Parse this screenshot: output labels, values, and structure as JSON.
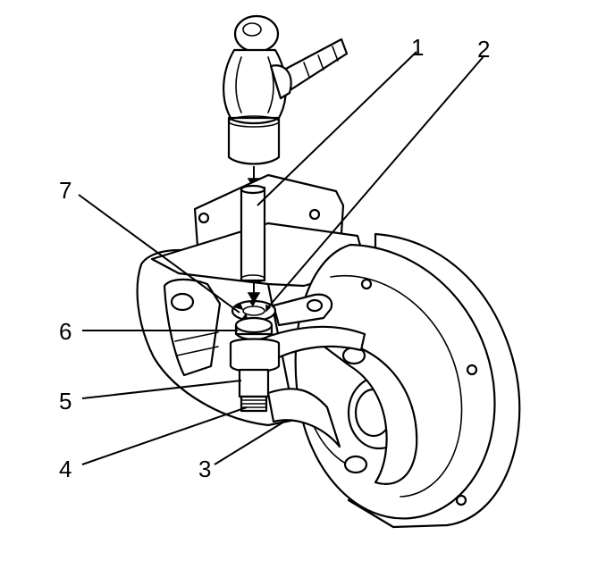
{
  "callouts": [
    {
      "id": "1",
      "label": "1"
    },
    {
      "id": "2",
      "label": "2"
    },
    {
      "id": "3",
      "label": "3"
    },
    {
      "id": "4",
      "label": "4"
    },
    {
      "id": "5",
      "label": "5"
    },
    {
      "id": "6",
      "label": "6"
    },
    {
      "id": "7",
      "label": "7"
    }
  ],
  "icons": {
    "hammer": "hammer-icon",
    "punch": "punch-tool",
    "housing": "brake-backing-housing"
  },
  "colors": {
    "ink": "#000000",
    "paper": "#ffffff"
  }
}
